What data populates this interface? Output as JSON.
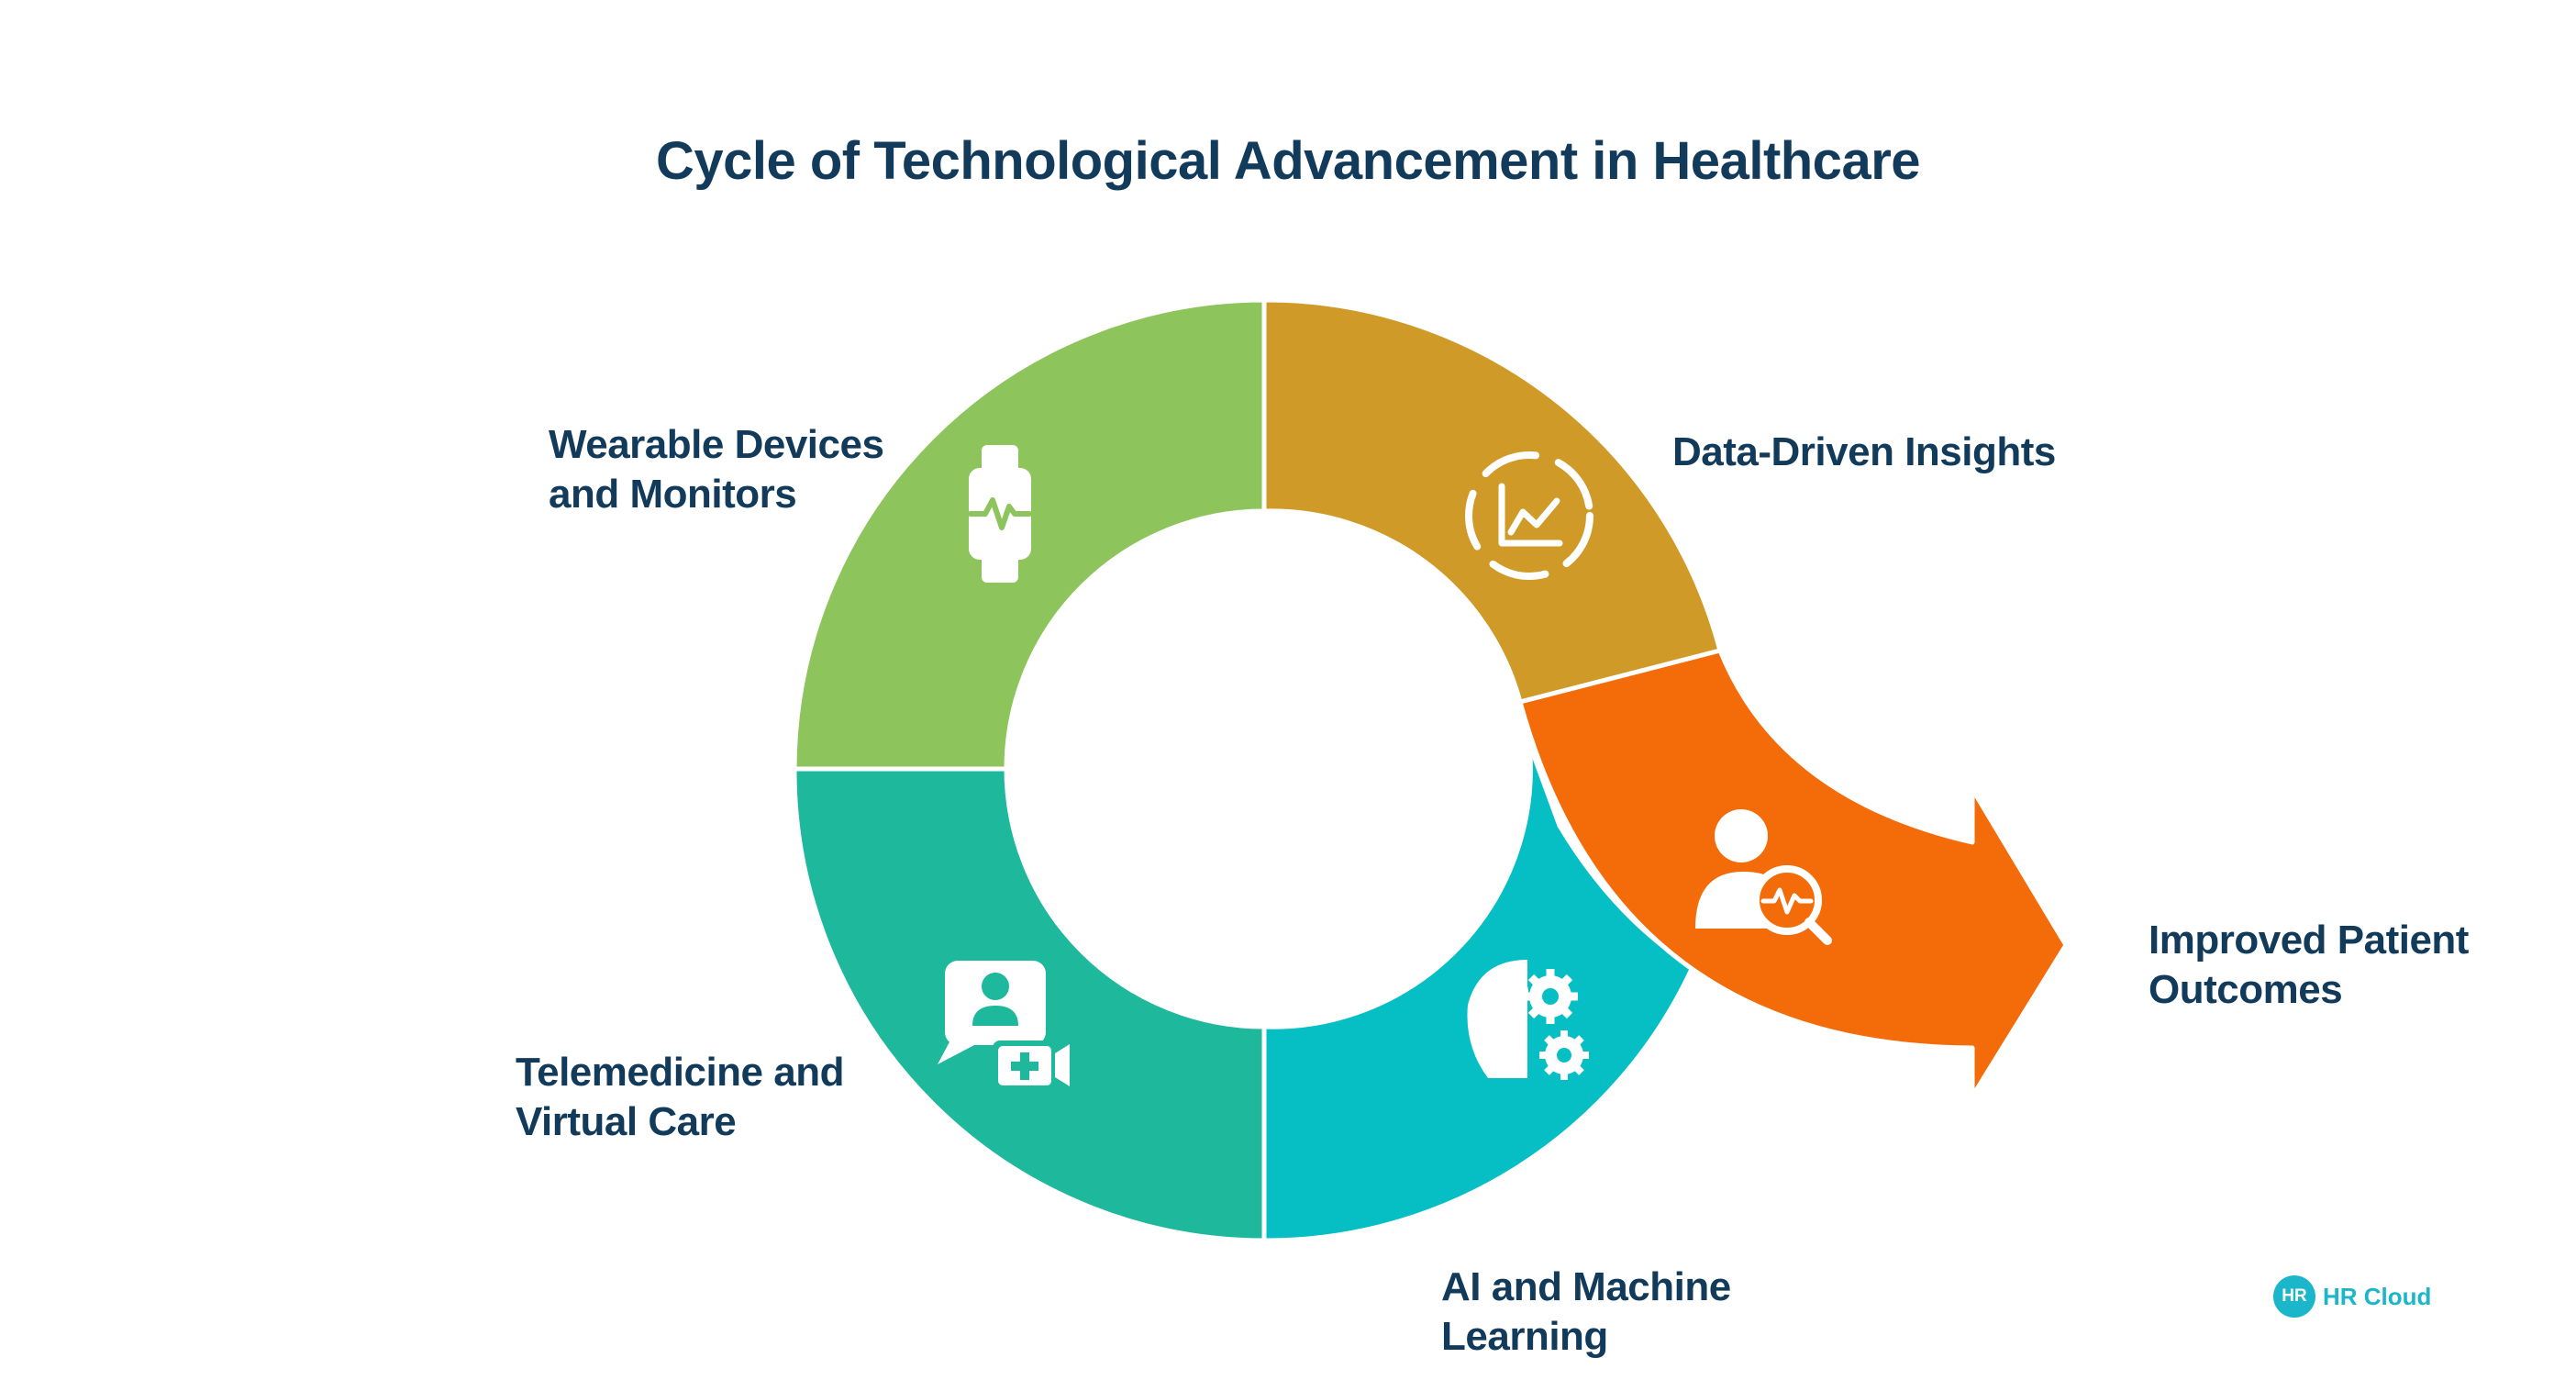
{
  "title": "Cycle of Technological Advancement in Healthcare",
  "stages": [
    {
      "label_lines": [
        "Wearable Devices",
        "and Monitors"
      ],
      "color": "#8dc45c",
      "icon": "smartwatch-icon"
    },
    {
      "label_lines": [
        "Data-Driven Insights"
      ],
      "color": "#d09a28",
      "icon": "chart-icon"
    },
    {
      "label_lines": [
        "Improved Patient",
        "Outcomes"
      ],
      "color": "#f46c0a",
      "icon": "patient-diagnosis-icon"
    },
    {
      "label_lines": [
        "AI and Machine",
        "Learning"
      ],
      "color": "#06bfc4",
      "icon": "ai-gears-icon"
    },
    {
      "label_lines": [
        "Telemedicine and",
        "Virtual Care"
      ],
      "color": "#1eb89c",
      "icon": "video-consultation-icon"
    }
  ],
  "logo": {
    "badge": "HR",
    "text": "HR Cloud"
  }
}
